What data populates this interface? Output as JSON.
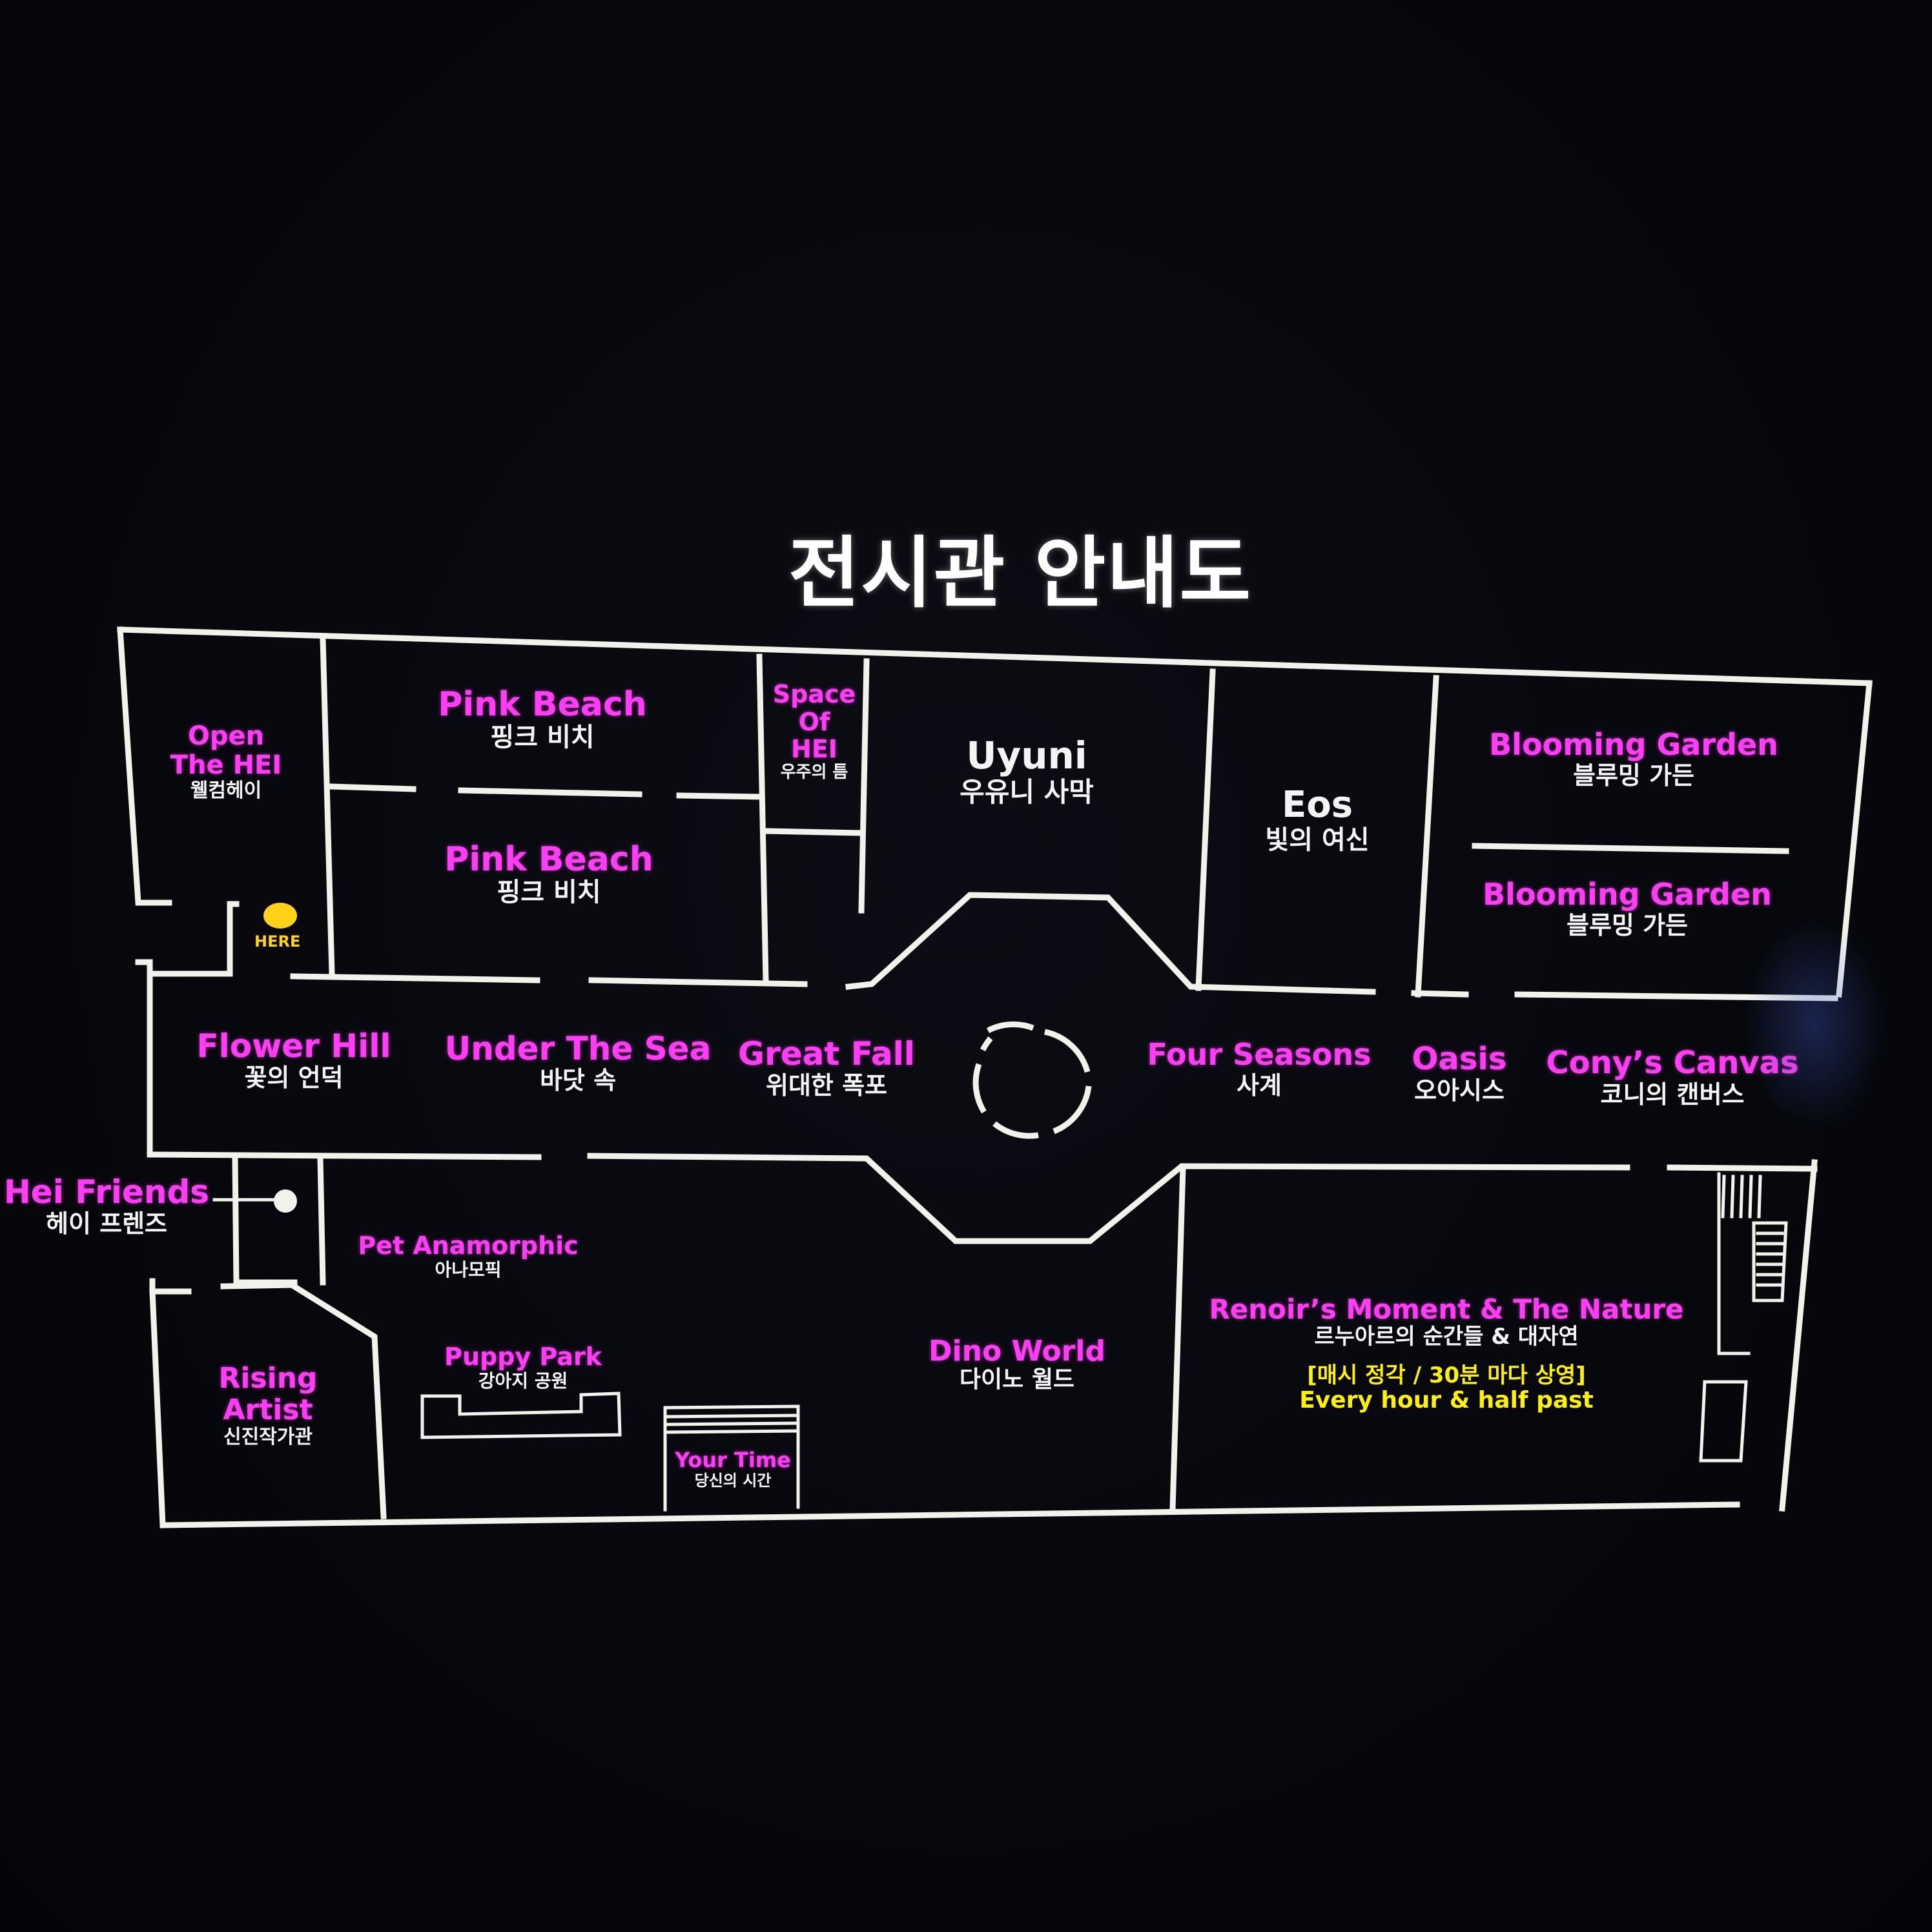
{
  "map": {
    "title": "전시관 안내도",
    "you_are_here": "HERE",
    "rooms": {
      "open_the_hei": {
        "en_1": "Open",
        "en_2": "The HEI",
        "ko": "웰컴헤이"
      },
      "pink_beach_1": {
        "en": "Pink Beach",
        "ko": "핑크 비치"
      },
      "pink_beach_2": {
        "en": "Pink Beach",
        "ko": "핑크 비치"
      },
      "space_of_hei": {
        "en_1": "Space",
        "en_2": "Of",
        "en_3": "HEI",
        "ko": "우주의 틈"
      },
      "uyuni": {
        "en": "Uyuni",
        "ko": "우유니 사막"
      },
      "eos": {
        "en": "Eos",
        "ko": "빛의 여신"
      },
      "blooming_garden_1": {
        "en": "Blooming Garden",
        "ko": "블루밍 가든"
      },
      "blooming_garden_2": {
        "en": "Blooming Garden",
        "ko": "블루밍 가든"
      },
      "flower_hill": {
        "en": "Flower Hill",
        "ko": "꽃의 언덕"
      },
      "under_the_sea": {
        "en": "Under The Sea",
        "ko": "바닷 속"
      },
      "great_fall": {
        "en": "Great Fall",
        "ko": "위대한 폭포"
      },
      "four_seasons": {
        "en": "Four Seasons",
        "ko": "사계"
      },
      "oasis": {
        "en": "Oasis",
        "ko": "오아시스"
      },
      "conys_canvas": {
        "en": "Cony’s Canvas",
        "ko": "코니의 캔버스"
      },
      "hei_friends": {
        "en": "Hei Friends",
        "ko": "헤이 프렌즈"
      },
      "pet_anamorphic": {
        "en": "Pet Anamorphic",
        "ko": "아나모픽"
      },
      "puppy_park": {
        "en": "Puppy Park",
        "ko": "강아지 공원"
      },
      "rising_artist": {
        "en_1": "Rising",
        "en_2": "Artist",
        "ko": "신진작가관"
      },
      "your_time": {
        "en": "Your Time",
        "ko": "당신의 시간"
      },
      "dino_world": {
        "en": "Dino World",
        "ko": "다이노 월드"
      },
      "renoir": {
        "en": "Renoir’s Moment & The Nature",
        "ko": "르누아르의 순간들 & 대자연",
        "schedule_ko": "[매시 정각 / 30분 마다 상영]",
        "schedule_en": "Every hour & half past"
      }
    },
    "colors": {
      "background": "#05060a",
      "walls": "#f2f2ea",
      "room_name": "#ff3df4",
      "korean_name": "#f4f4f4",
      "schedule": "#fff200",
      "here_marker": "#ffd21a"
    }
  }
}
